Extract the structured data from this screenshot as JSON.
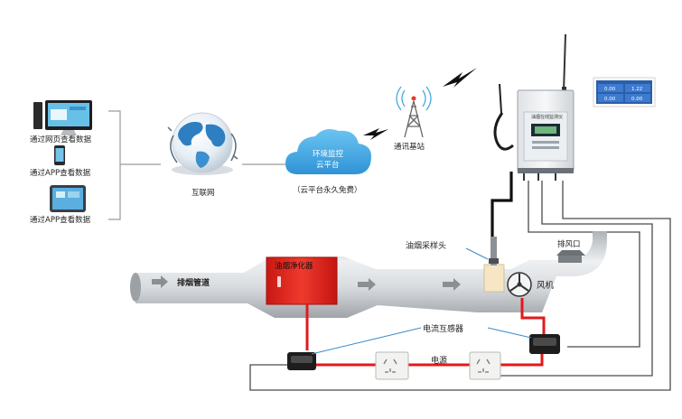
{
  "devices": {
    "web_label": "通过网页查看数据",
    "app_phone_label": "通过APP查看数据",
    "app_tablet_label": "通过APP查看数据"
  },
  "internet": {
    "label": "互联网"
  },
  "cloud": {
    "line1": "环境监控",
    "line2": "云平台",
    "note": "（云平台永久免费）"
  },
  "base_station": {
    "label": "通讯基站"
  },
  "monitor": {
    "screen_title": "油烟在线监测仪",
    "screen_readings": [
      "0.00",
      "1.22",
      "0.00",
      "0.00"
    ]
  },
  "pipeline": {
    "exhaust_label": "排烟管道",
    "purifier_label": "油烟净化器",
    "sampling_head_label": "油烟采样头",
    "fan_label": "风机",
    "outlet_label": "排风口",
    "current_sensor_label": "电流互感器",
    "power_label": "电源"
  },
  "colors": {
    "purifier_red": "#e52420",
    "cable_red": "#e3191b",
    "cloud_blue": "#4fb1ea",
    "screen_blue": "#2a5fa8",
    "pipe_gray": "#c6c9cc"
  }
}
